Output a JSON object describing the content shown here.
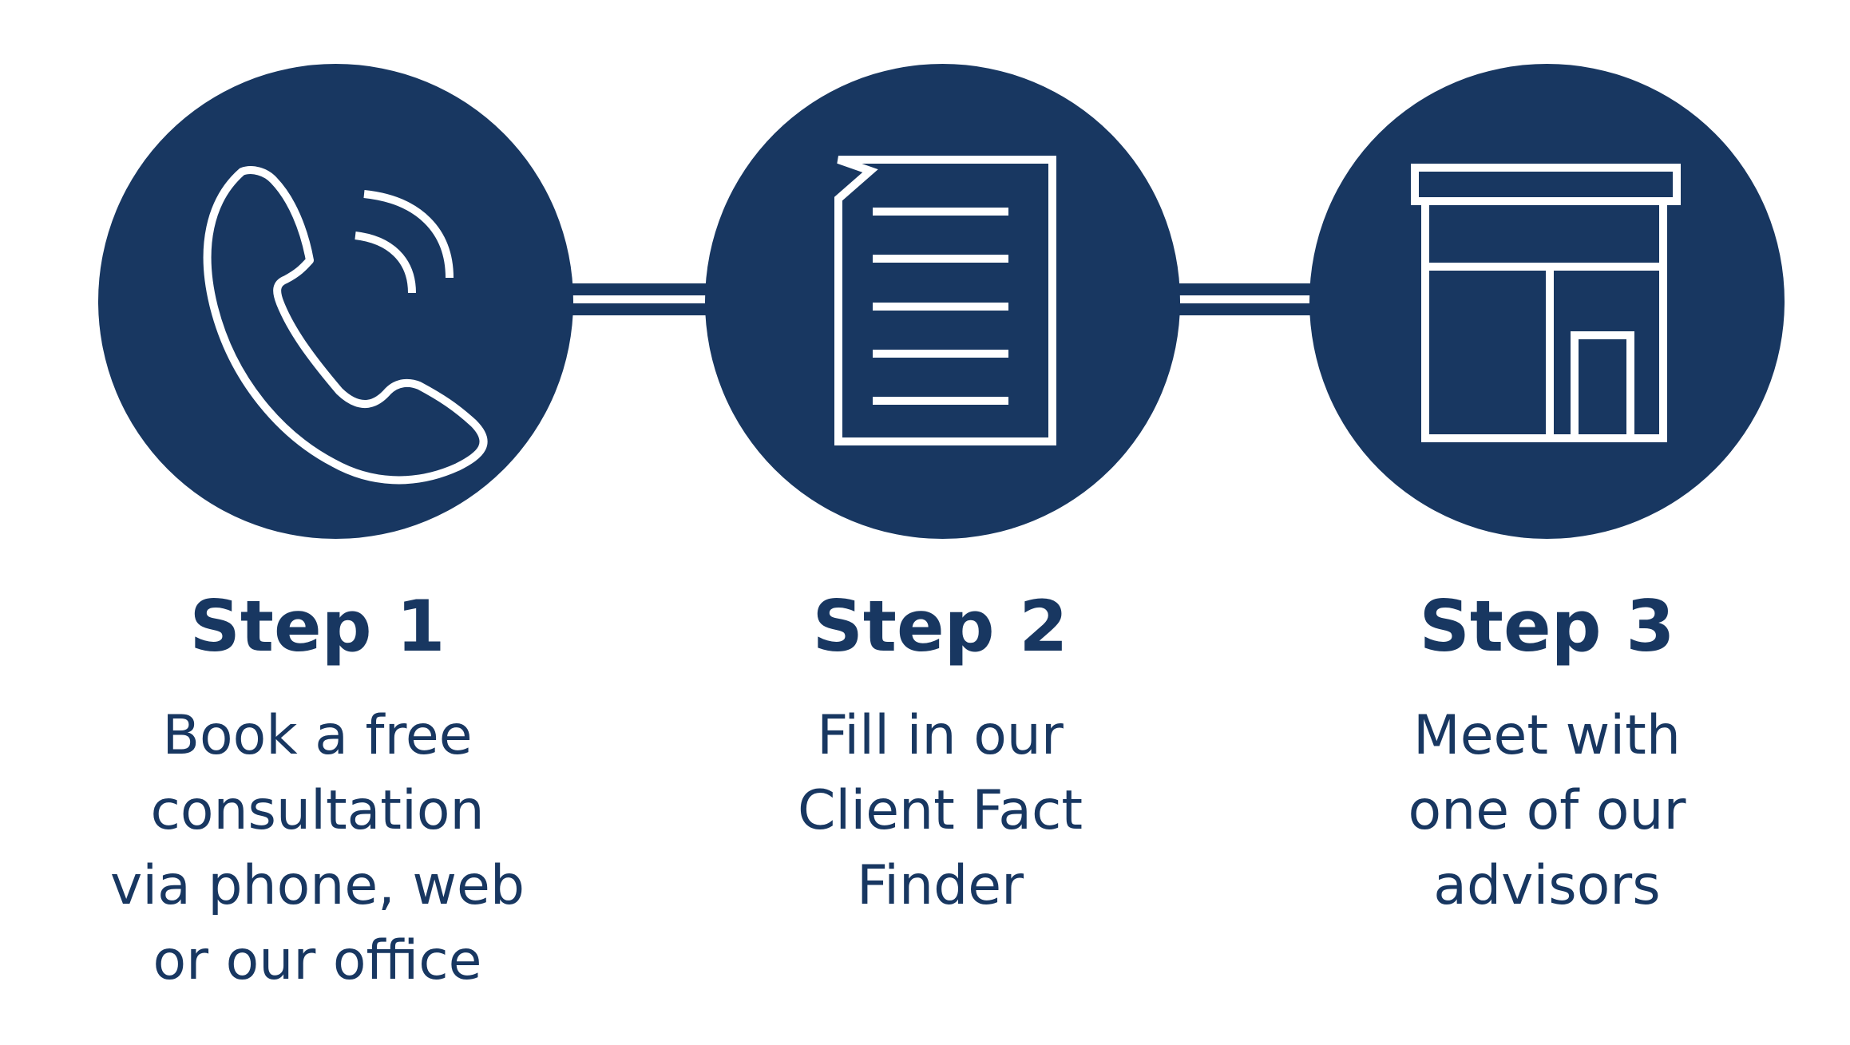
{
  "colors": {
    "primary": "#183761",
    "icon_stroke": "#ffffff",
    "background": "#ffffff"
  },
  "steps": [
    {
      "title": "Step 1",
      "icon": "phone-icon",
      "lines": [
        "Book a free",
        "consultation",
        "via phone, web",
        "or our office"
      ]
    },
    {
      "title": "Step 2",
      "icon": "document-icon",
      "lines": [
        "Fill in our",
        "Client Fact",
        "Finder"
      ]
    },
    {
      "title": "Step 3",
      "icon": "office-building-icon",
      "lines": [
        "Meet with",
        "one of our",
        "advisors"
      ]
    }
  ]
}
